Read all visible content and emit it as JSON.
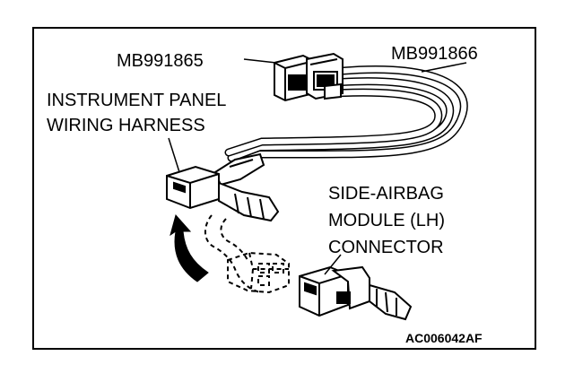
{
  "labels": {
    "tool_a": "MB991865",
    "tool_b": "MB991866",
    "harness_line1": "INSTRUMENT PANEL",
    "harness_line2": "WIRING HARNESS",
    "module_line1": "SIDE-AIRBAG",
    "module_line2": "MODULE (LH)",
    "module_line3": "CONNECTOR"
  },
  "figure_code": "AC006042AF",
  "colors": {
    "ink": "#000000",
    "paper": "#ffffff"
  }
}
